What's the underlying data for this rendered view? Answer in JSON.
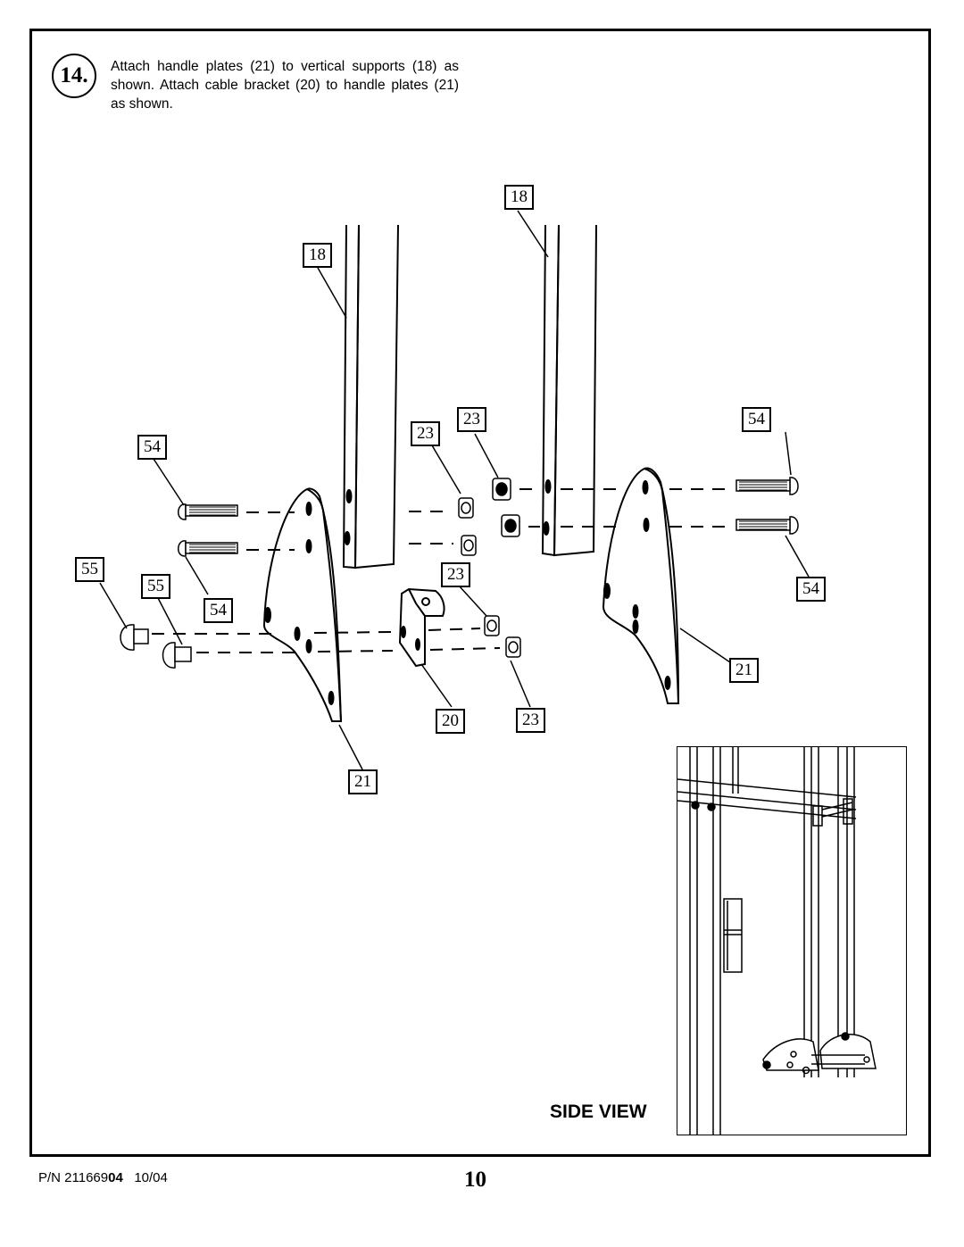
{
  "step": {
    "number": "14.",
    "instruction": "Attach handle plates (21) to vertical supports (18) as shown. Attach cable bracket (20) to handle plates  (21) as shown."
  },
  "callouts": {
    "c18_left": "18",
    "c18_right": "18",
    "c54_left": "54",
    "c54_left_low": "54",
    "c54_right_top": "54",
    "c54_right_low": "54",
    "c55_outer": "55",
    "c55_inner": "55",
    "c23_a": "23",
    "c23_b": "23",
    "c23_c": "23",
    "c23_d": "23",
    "c20": "20",
    "c21_left": "21",
    "c21_right": "21"
  },
  "side_view_label": "SIDE VIEW",
  "footer": {
    "pn_prefix": "P/N 211669",
    "pn_bold": "04",
    "date": "10/04",
    "page": "10"
  }
}
